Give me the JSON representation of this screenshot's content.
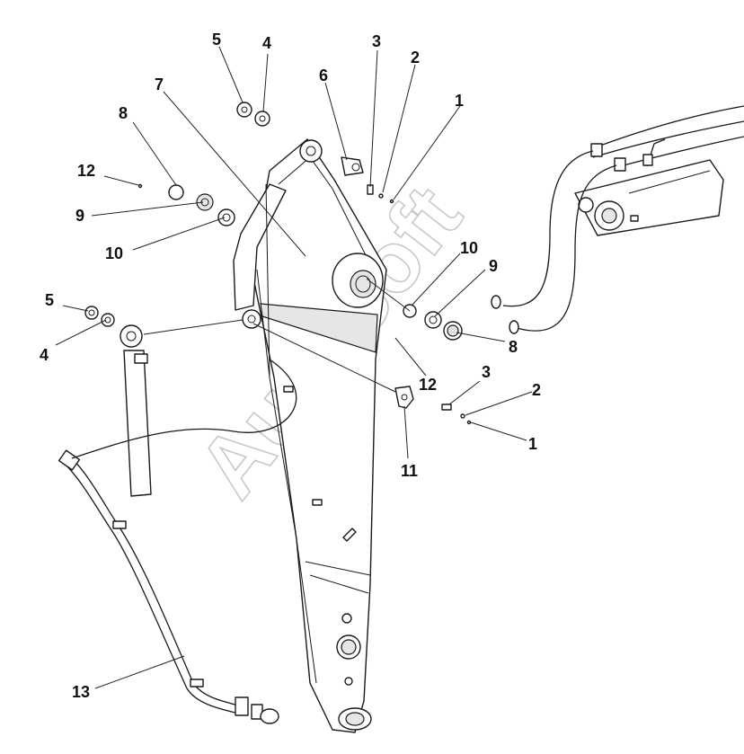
{
  "watermark": "AutoSoft",
  "callouts": [
    {
      "id": "c1a",
      "text": "1"
    },
    {
      "id": "c2a",
      "text": "2"
    },
    {
      "id": "c3a",
      "text": "3"
    },
    {
      "id": "c4a",
      "text": "4"
    },
    {
      "id": "c5a",
      "text": "5"
    },
    {
      "id": "c6",
      "text": "6"
    },
    {
      "id": "c7",
      "text": "7"
    },
    {
      "id": "c8a",
      "text": "8"
    },
    {
      "id": "c9a",
      "text": "9"
    },
    {
      "id": "c10a",
      "text": "10"
    },
    {
      "id": "c12a",
      "text": "12"
    },
    {
      "id": "c5b",
      "text": "5"
    },
    {
      "id": "c4b",
      "text": "4"
    },
    {
      "id": "c10b",
      "text": "10"
    },
    {
      "id": "c9b",
      "text": "9"
    },
    {
      "id": "c8b",
      "text": "8"
    },
    {
      "id": "c12b",
      "text": "12"
    },
    {
      "id": "c3b",
      "text": "3"
    },
    {
      "id": "c2b",
      "text": "2"
    },
    {
      "id": "c1b",
      "text": "1"
    },
    {
      "id": "c11",
      "text": "11"
    },
    {
      "id": "c13",
      "text": "13"
    }
  ]
}
